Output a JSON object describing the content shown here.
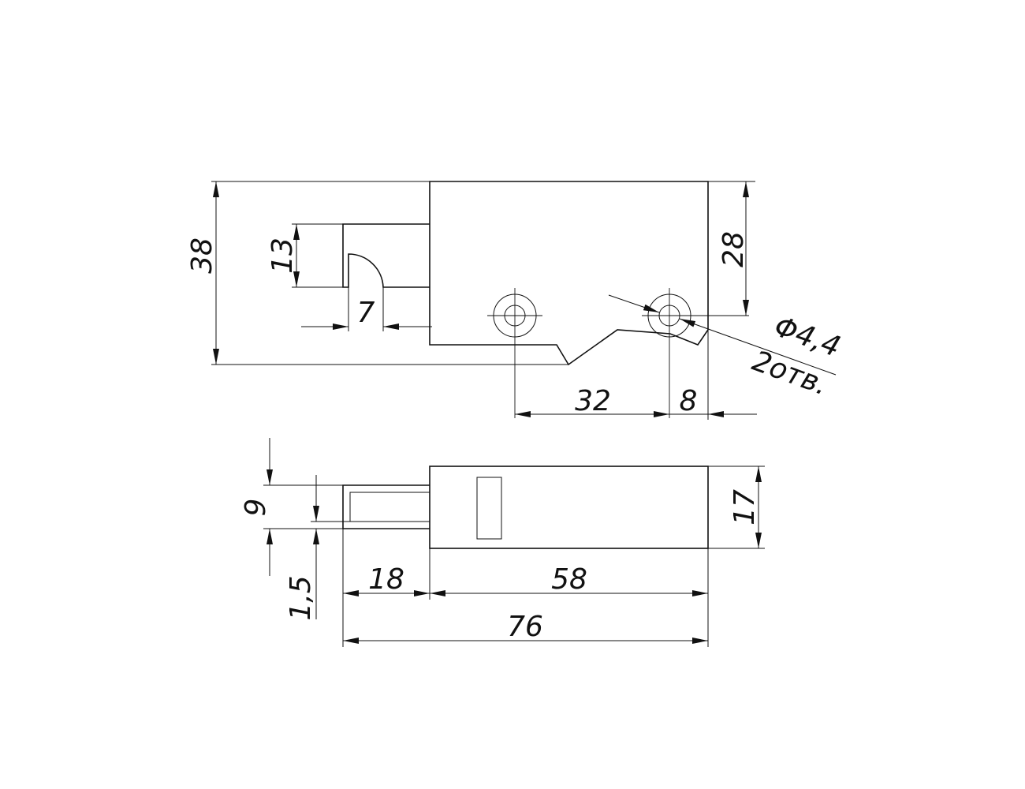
{
  "top_view": {
    "dim_overall_height": "38",
    "dim_slot_height": "13",
    "dim_slot_width": "7",
    "dim_hole_offset": "28",
    "dim_hole_spacing": "32",
    "dim_hole_edge": "8",
    "hole_diameter": "Φ4,4",
    "hole_count": "2отв."
  },
  "side_view": {
    "dim_tongue_height": "9",
    "dim_wall": "1,5",
    "dim_body_height": "17",
    "dim_tongue_length": "18",
    "dim_body_length": "58",
    "dim_total_length": "76"
  }
}
